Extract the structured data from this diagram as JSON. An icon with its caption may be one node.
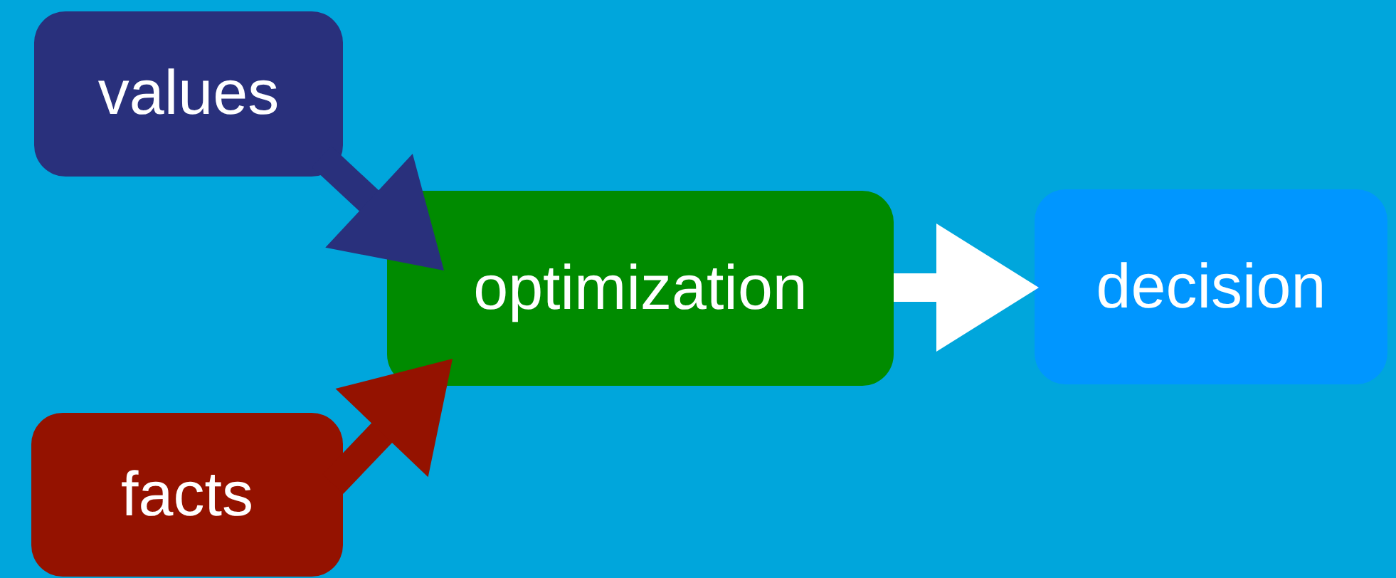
{
  "diagram": {
    "nodes": [
      {
        "text": [
          "values"
        ]
      },
      {
        "text": [
          "facts"
        ]
      },
      {
        "text": [
          "optimization"
        ]
      },
      {
        "text": [
          "decision"
        ]
      }
    ],
    "edges": [
      {
        "from": 0,
        "to": 2,
        "arrow": "to",
        "color": "#29307c"
      },
      {
        "from": 1,
        "to": 2,
        "arrow": "to",
        "color": "#941200"
      },
      {
        "from": 2,
        "to": 3,
        "arrow": "to",
        "color": "#ffffff"
      }
    ]
  }
}
